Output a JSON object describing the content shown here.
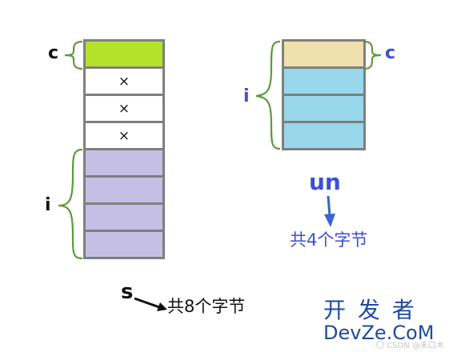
{
  "colors": {
    "c_cell_left": "#b4e22a",
    "c_cell_right": "#f0e0ae",
    "i_cell_left": "#c6bfe5",
    "i_cell_right": "#99d8ea",
    "blank_cell": "#ffffff",
    "frame": "#7f7f7f",
    "brace": "#5b9a3c",
    "dark_label": "#111111",
    "blue_label": "#3d4ed7",
    "arrow_blue": "#3c64c8",
    "watermark_blue": "#1f4b99"
  },
  "struct_s": {
    "c_label": "c",
    "i_label": "i",
    "padding_mark": "×",
    "name": "s",
    "size_text": "共8个字节"
  },
  "union_un": {
    "c_label": "c",
    "i_label": "i",
    "name": "un",
    "size_text": "共4个字节"
  },
  "watermark": {
    "cn": "开 发 者",
    "en": "DevZe.CoM",
    "faint": "CSDN @禾口木",
    "faint_icon": "brand-mark-icon"
  }
}
